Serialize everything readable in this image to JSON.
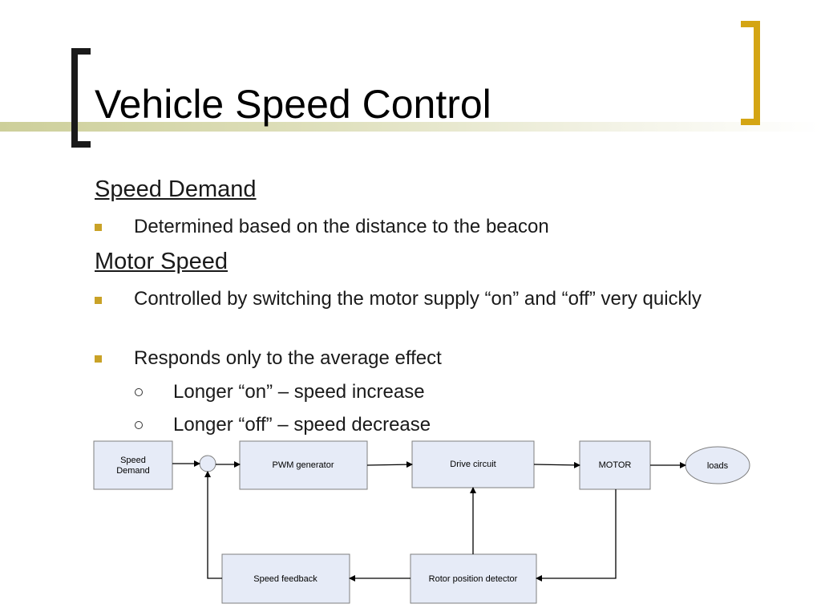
{
  "title": "Vehicle Speed Control",
  "sections": [
    {
      "heading": "Speed Demand",
      "bullets": [
        {
          "text": "Determined based on the distance to the beacon"
        }
      ]
    },
    {
      "heading": "Motor Speed",
      "bullets": [
        {
          "text": "Controlled by switching the motor supply “on” and “off” very quickly"
        },
        {
          "text": "Responds only to the average effect"
        }
      ],
      "sub_bullets": [
        {
          "text": "Longer “on” – speed increase"
        },
        {
          "text": "Longer “off” – speed decrease"
        }
      ]
    }
  ],
  "diagram": {
    "speed_demand_line1": "Speed",
    "speed_demand_line2": "Demand",
    "pwm_generator": "PWM generator",
    "drive_circuit": "Drive circuit",
    "motor": "MOTOR",
    "loads": "loads",
    "speed_feedback": "Speed feedback",
    "rotor_position_detector": "Rotor position detector"
  },
  "colors": {
    "bracket_left": "#1a1a1a",
    "bracket_right": "#d4a514",
    "bullet": "#c9a227",
    "box_fill": "#e6ebf7",
    "box_border": "#7f7f7f"
  }
}
